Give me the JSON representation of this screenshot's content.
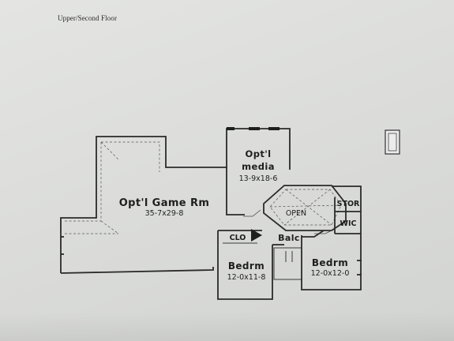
{
  "floor_title": "Upper/Second Floor",
  "rooms": {
    "game_room": {
      "name": "Opt'l Game Rm",
      "dims": "35-7x29-8"
    },
    "media": {
      "name_line1": "Opt'l",
      "name_line2": "media",
      "dims": "13-9x18-6"
    },
    "open": {
      "name": "OPEN"
    },
    "stor": {
      "name": "STOR"
    },
    "wic": {
      "name": "WIC"
    },
    "clo": {
      "name": "CLO"
    },
    "balc": {
      "name": "Balc"
    },
    "bedroom_left": {
      "name": "Bedrm",
      "dims": "12-0x11-8"
    },
    "bedroom_right": {
      "name": "Bedrm",
      "dims": "12-0x12-0"
    }
  }
}
